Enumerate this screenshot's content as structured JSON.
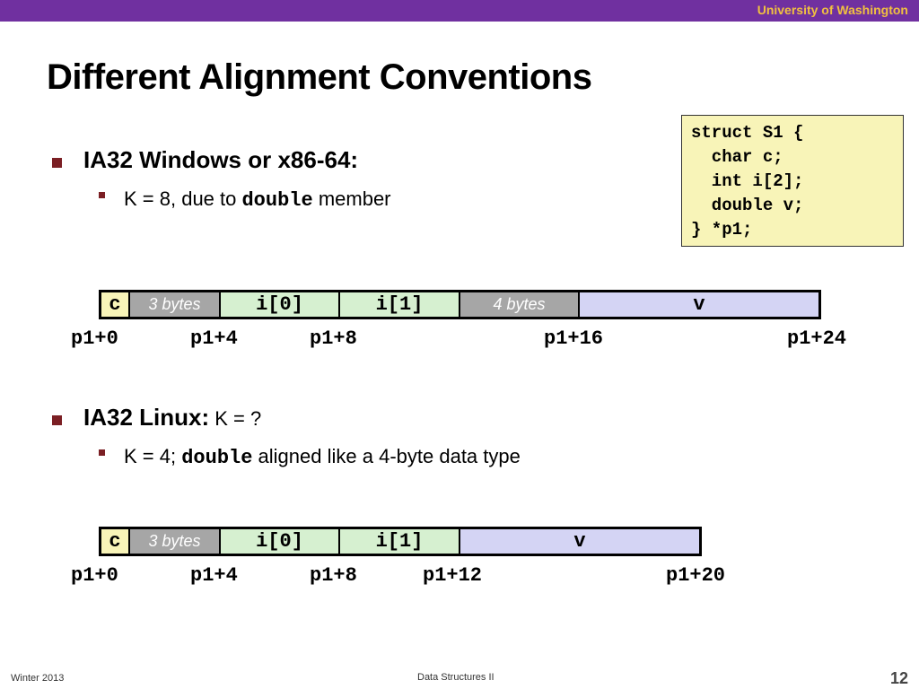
{
  "header": {
    "institution": "University of Washington"
  },
  "slide": {
    "title": "Different Alignment Conventions"
  },
  "code": {
    "lines": [
      "struct S1 {",
      "  char c;",
      "  int i[2];",
      "  double v;",
      "} *p1;"
    ]
  },
  "section1": {
    "heading": "IA32 Windows or x86-64:",
    "sub_pre": "K = 8, due to ",
    "sub_code": "double",
    "sub_post": " member",
    "cells": [
      "c",
      "3 bytes",
      "i[0]",
      "i[1]",
      "4 bytes",
      "v"
    ],
    "offsets": [
      "p1+0",
      "p1+4",
      "p1+8",
      "p1+16",
      "p1+24"
    ]
  },
  "section2": {
    "heading": "IA32 Linux:",
    "heading_suffix": " K = ?",
    "sub_pre": "K = 4; ",
    "sub_code": "double",
    "sub_post": " aligned like a 4-byte data type",
    "cells": [
      "c",
      "3 bytes",
      "i[0]",
      "i[1]",
      "v"
    ],
    "offsets": [
      "p1+0",
      "p1+4",
      "p1+8",
      "p1+12",
      "p1+20"
    ]
  },
  "footer": {
    "left": "Winter 2013",
    "center": "Data Structures II",
    "page": "12"
  }
}
